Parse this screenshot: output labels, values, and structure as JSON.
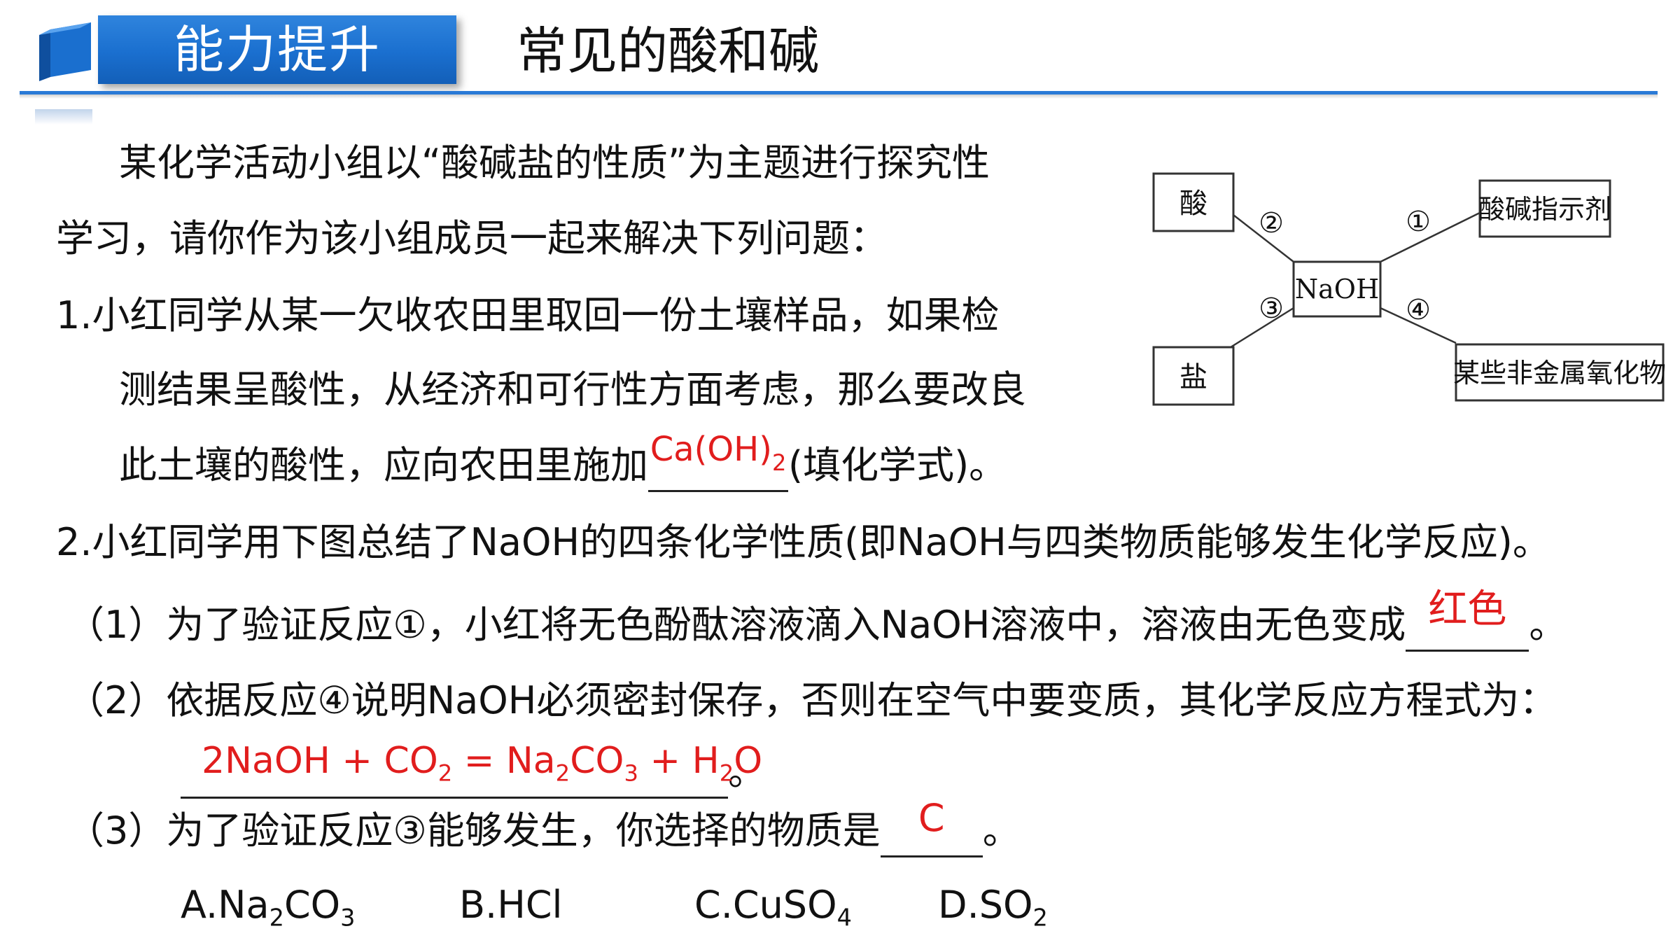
{
  "header": {
    "badge": "能力提升",
    "topic": "常见的酸和碱"
  },
  "intro": {
    "line1": "某化学活动小组以“酸碱盐的性质”为主题进行探究性",
    "line2": "学习，请你作为该小组成员一起来解决下列问题："
  },
  "q1": {
    "line1": "1.小红同学从某一欠收农田里取回一份土壤样品，如果检",
    "line2": "测结果呈酸性，从经济和可行性方面考虑，那么要改良",
    "line3_pre": "此土壤的酸性，应向农田里施加",
    "answer_main": "Ca(OH)",
    "answer_sub": "2",
    "line3_post": "(填化学式)。"
  },
  "q2": {
    "stem": "2.小红同学用下图总结了NaOH的四条化学性质(即NaOH与四类物质能够发生化学反应)。",
    "p1_pre": "（1）为了验证反应①，小红将无色酚酞溶液滴入NaOH溶液中，溶液由无色变成",
    "p1_answer": "红色",
    "p1_post": "。",
    "p2_text": "（2）依据反应④说明NaOH必须密封保存，否则在空气中要变质，其化学反应方程式为：",
    "p2_answer": {
      "t1": "2NaOH + CO",
      "s1": "2",
      "t2": " = Na",
      "s2": "2",
      "t3": "CO",
      "s3": "3",
      "t4": " + H",
      "s4": "2",
      "t5": "O"
    },
    "p2_post": "。",
    "p3_pre": "（3）为了验证反应③能够发生，你选择的物质是",
    "p3_answer": "C",
    "p3_post": "。"
  },
  "options": {
    "a": {
      "t1": "A.Na",
      "s1": "2",
      "t2": "CO",
      "s2": "3"
    },
    "b": {
      "t1": "B.HCl"
    },
    "c": {
      "t1": "C.CuSO",
      "s1": "4"
    },
    "d": {
      "t1": "D.SO",
      "s1": "2"
    }
  },
  "diagram": {
    "center": "NaOH",
    "top_left": "酸",
    "bottom_left": "盐",
    "top_right": "酸碱指示剂",
    "bottom_right": "某些非金属氧化物",
    "n1": "①",
    "n2": "②",
    "n3": "③",
    "n4": "④"
  },
  "colors": {
    "accent": "#1a6fcf",
    "answer": "#e11d1d"
  }
}
